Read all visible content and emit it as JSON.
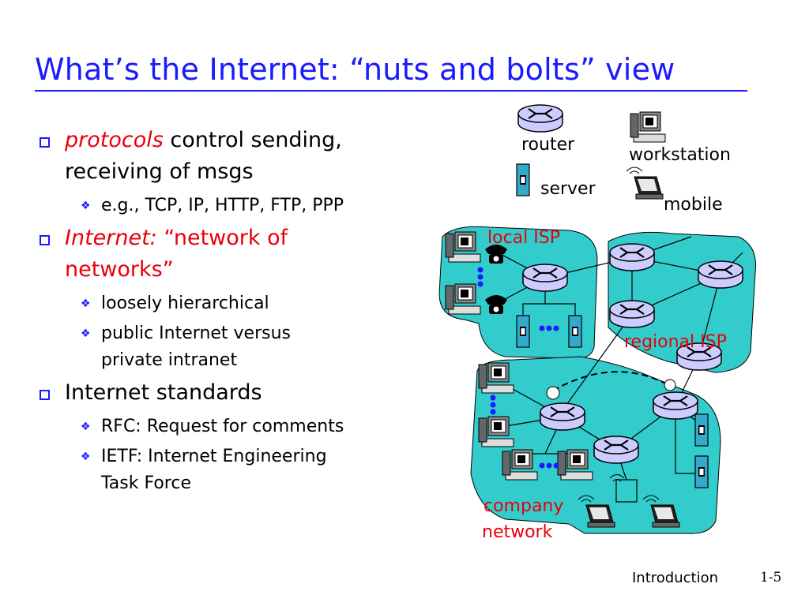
{
  "slide": {
    "title": "What’s the Internet: “nuts and bolts” view",
    "bullets": {
      "b1": {
        "emph": "protocols",
        "rest_line1": " control sending,",
        "line2": "receiving of msgs",
        "sub1": "e.g., TCP, IP, HTTP, FTP,  PPP"
      },
      "b2": {
        "emph": "Internet:",
        "rest_line1": " “network of",
        "line2": "networks”",
        "sub1": "loosely hierarchical",
        "sub2_line1": "public Internet versus",
        "sub2_line2": "private intranet"
      },
      "b3": {
        "text": "Internet standards",
        "sub1": "RFC: Request for comments",
        "sub2_line1": "IETF: Internet Engineering",
        "sub2_line2": "Task Force"
      }
    },
    "legend": {
      "router": "router",
      "workstation": "workstation",
      "server": "server",
      "mobile": "mobile"
    },
    "diagram_labels": {
      "local_isp": "local ISP",
      "regional_isp": "regional ISP",
      "company_line1": "company",
      "company_line2": "network"
    },
    "footer": {
      "section": "Introduction",
      "page": "1-5"
    },
    "colors": {
      "title": "#1a1aff",
      "emphasis": "#e8000b",
      "cloud": "#33cccc",
      "router": "#ccccff"
    }
  }
}
